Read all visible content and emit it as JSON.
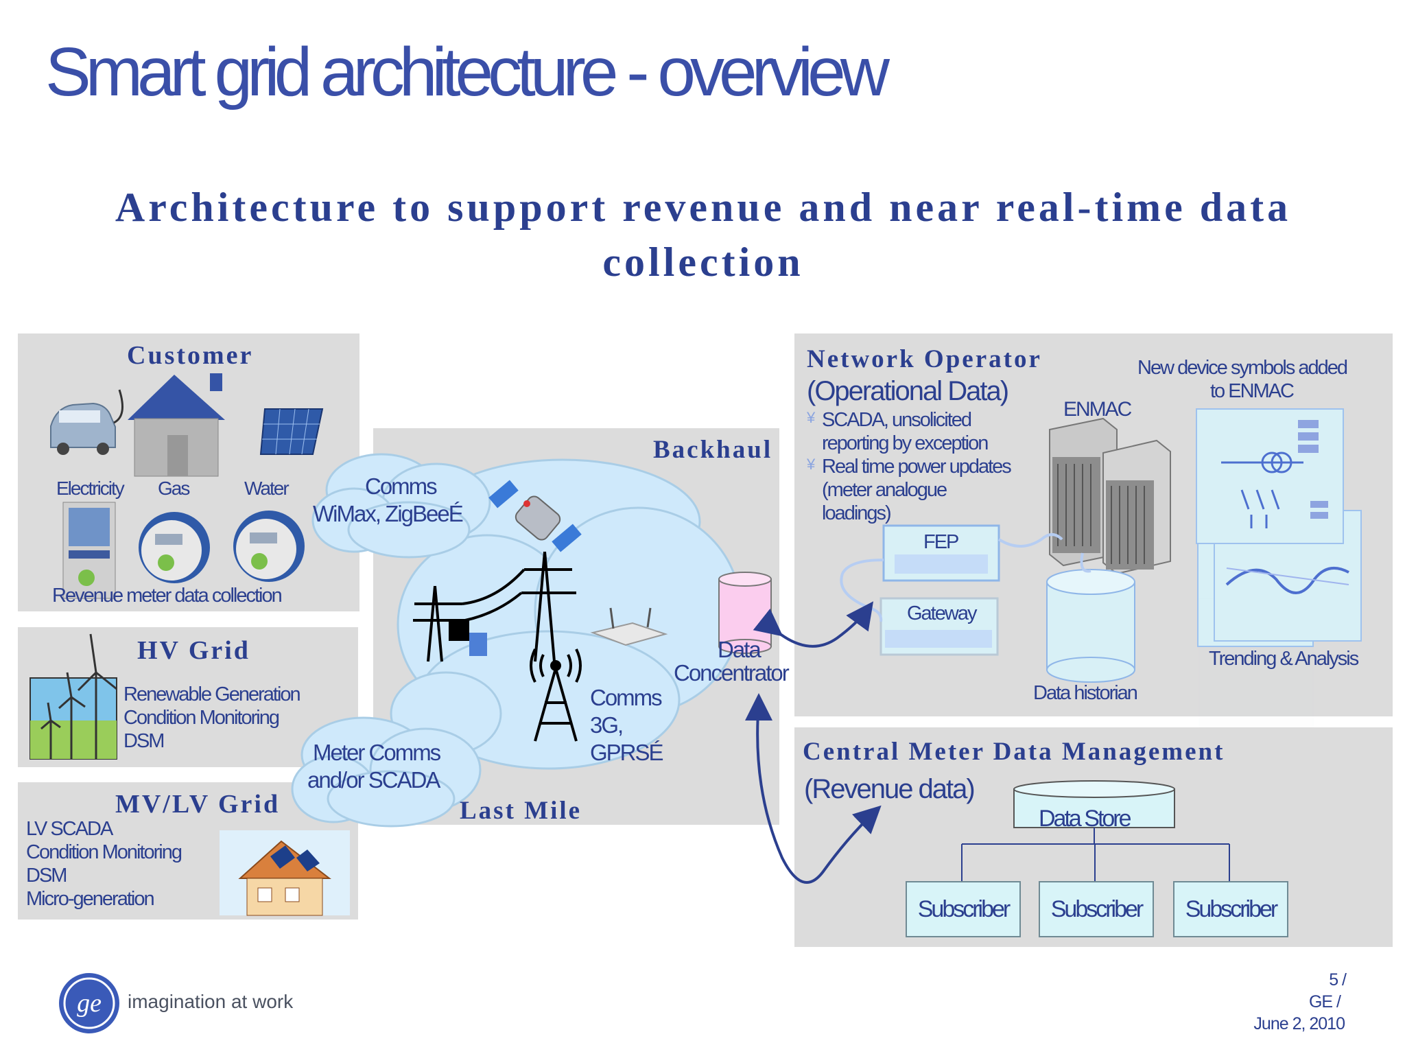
{
  "title": "Smart grid architecture - overview",
  "subtitle_line1": "Architecture to support revenue and near real-time data",
  "subtitle_line2": "collection",
  "customer": {
    "heading": "Customer",
    "electricity": "Electricity",
    "gas": "Gas",
    "water": "Water",
    "caption": "Revenue meter data collection"
  },
  "hv_grid": {
    "heading": "HV Grid",
    "lines": [
      "Renewable Generation",
      "Condition Monitoring",
      "DSM"
    ]
  },
  "mvlv_grid": {
    "heading": "MV/LV Grid",
    "lines": [
      "LV SCADA",
      "Condition Monitoring",
      "DSM",
      "Micro-generation"
    ]
  },
  "backhaul": {
    "heading": "Backhaul",
    "last_mile": "Last Mile",
    "comms_top": [
      "Comms",
      "WiMax, ZigBeeÉ"
    ],
    "comms_mid": [
      "Comms",
      "3G,",
      "GPRSÉ"
    ],
    "meter_comms": [
      "Meter Comms",
      "and/or SCADA"
    ],
    "data_concentrator": [
      "Data",
      "Concentrator"
    ]
  },
  "network_operator": {
    "heading": "Network Operator",
    "sub_heading": "(Operational Data)",
    "bullets": [
      {
        "mark": "¥",
        "lines": [
          "SCADA, unsolicited",
          "reporting by exception"
        ]
      },
      {
        "mark": "¥",
        "lines": [
          "Real time power updates",
          "(meter analogue",
          "loadings)"
        ]
      }
    ],
    "enmac": "ENMAC",
    "fep": "FEP",
    "gateway": "Gateway",
    "data_historian": "Data historian",
    "new_device": [
      "New device symbols added",
      "to ENMAC"
    ],
    "trending": "Trending & Analysis"
  },
  "central_meter": {
    "heading": "Central Meter Data Management",
    "sub_heading": "(Revenue data)",
    "data_store": "Data Store",
    "subscribers": [
      "Subscriber",
      "Subscriber",
      "Subscriber"
    ]
  },
  "footer": {
    "logo_text": "imagination at work",
    "page": "5 /",
    "company": "GE /",
    "date": "June 2, 2010"
  }
}
